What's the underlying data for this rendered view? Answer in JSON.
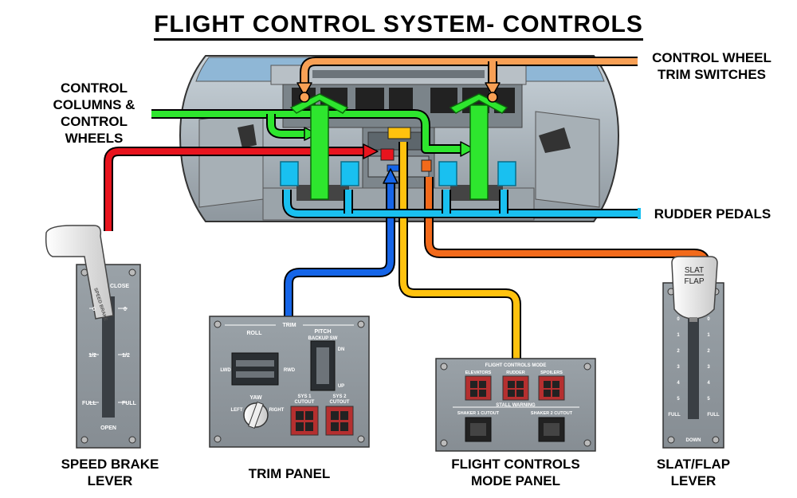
{
  "title": "FLIGHT CONTROL SYSTEM- CONTROLS",
  "colors": {
    "red": "#e8141e",
    "blue": "#1565e8",
    "yellow": "#ffc20e",
    "orange_dark": "#f26a1b",
    "orange_light": "#f8a055",
    "green": "#2ee62e",
    "cyan": "#19c0f0"
  },
  "labels": {
    "columns_line1": "CONTROL",
    "columns_line2": "COLUMNS &",
    "columns_line3": "CONTROL",
    "columns_line4": "WHEELS",
    "trim_switches_line1": "CONTROL WHEEL",
    "trim_switches_line2": "TRIM SWITCHES",
    "rudder": "RUDDER PEDALS",
    "speed_brake_line1": "SPEED BRAKE",
    "speed_brake_line2": "LEVER",
    "trim_panel": "TRIM PANEL",
    "mode_panel_line1": "FLIGHT CONTROLS",
    "mode_panel_line2": "MODE PANEL",
    "slat_flap_line1": "SLAT/FLAP",
    "slat_flap_line2": "LEVER"
  },
  "speed_brake": {
    "top": "CLOSE",
    "handle": "SPEED BRAKE",
    "bottom": "OPEN",
    "marks": [
      "0",
      "1/2",
      "FULL"
    ]
  },
  "trim_panel": {
    "header": "TRIM",
    "roll": "ROLL",
    "lwd": "LWD",
    "rwd": "RWD",
    "yaw": "YAW",
    "left": "LEFT",
    "right": "RIGHT",
    "pitch": "PITCH",
    "backup": "BACKUP SW",
    "dn": "DN",
    "up": "UP",
    "sys1_line1": "SYS 1",
    "sys1_line2": "CUTOUT",
    "sys2_line1": "SYS 2",
    "sys2_line2": "CUTOUT"
  },
  "mode_panel": {
    "header": "FLIGHT CONTROLS MODE",
    "elevators": "ELEVATORS",
    "rudder": "RUDDER",
    "spoilers": "SPOILERS",
    "stall": "STALL WARNING",
    "shaker1": "SHAKER 1 CUTOUT",
    "shaker2": "SHAKER 2 CUTOUT"
  },
  "slat_flap": {
    "knob_line1": "SLAT",
    "knob_line2": "FLAP",
    "marks": [
      "0",
      "1",
      "2",
      "3",
      "4",
      "5",
      "FULL"
    ],
    "bottom": "DOWN"
  }
}
